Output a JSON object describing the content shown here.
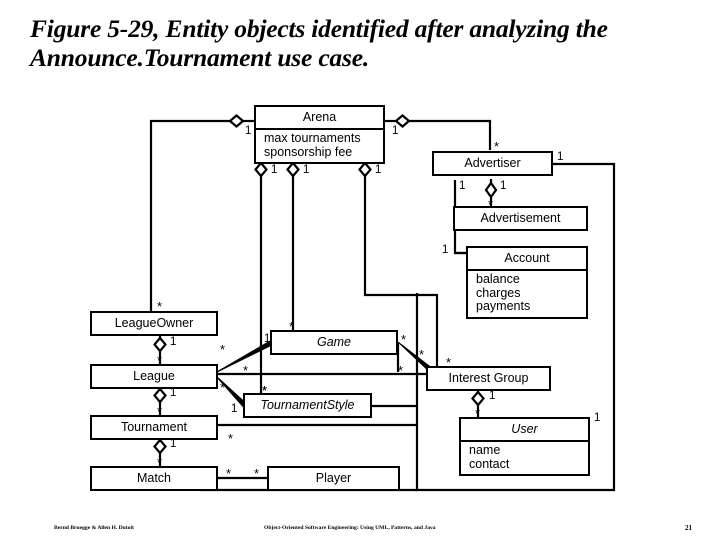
{
  "figure": {
    "title": "Figure 5-29, Entity objects identified after analyzing the Announce.Tournament use case."
  },
  "diagram": {
    "type": "uml-class-diagram",
    "classes": [
      {
        "id": "arena",
        "name": "Arena",
        "abstract": false,
        "attributes": [
          "max tournaments",
          "sponsorship fee"
        ]
      },
      {
        "id": "advertiser",
        "name": "Advertiser",
        "abstract": false,
        "attributes": []
      },
      {
        "id": "advertisement",
        "name": "Advertisement",
        "abstract": false,
        "attributes": []
      },
      {
        "id": "account",
        "name": "Account",
        "abstract": false,
        "attributes": [
          "balance",
          "charges",
          "payments"
        ]
      },
      {
        "id": "leagueowner",
        "name": "LeagueOwner",
        "abstract": false,
        "attributes": []
      },
      {
        "id": "league",
        "name": "League",
        "abstract": false,
        "attributes": []
      },
      {
        "id": "tournament",
        "name": "Tournament",
        "abstract": false,
        "attributes": []
      },
      {
        "id": "match",
        "name": "Match",
        "abstract": false,
        "attributes": []
      },
      {
        "id": "game",
        "name": "Game",
        "abstract": true,
        "attributes": []
      },
      {
        "id": "tournamentstyle",
        "name": "TournamentStyle",
        "abstract": true,
        "attributes": []
      },
      {
        "id": "interestgroup",
        "name": "Interest Group",
        "abstract": false,
        "attributes": []
      },
      {
        "id": "user",
        "name": "User",
        "abstract": true,
        "attributes": [
          "name",
          "contact"
        ]
      },
      {
        "id": "player",
        "name": "Player",
        "abstract": false,
        "attributes": []
      }
    ],
    "multiplicities": {
      "arena_left": "1",
      "arena_right": "1",
      "arena_bottom_1": "1",
      "arena_bottom_2": "1",
      "arena_bottom_3": "1",
      "advertiser_top": "*",
      "advertiser_right": "1",
      "advertiser_bottom_left": "1",
      "advertiser_bottom_mid": "1",
      "advertisement_top": "*",
      "account_left": "1",
      "leagueowner_top": "*",
      "leagueowner_bottom": "1",
      "league_top": "*",
      "league_bottom": "1",
      "league_right_a": "*",
      "league_right_b": "*",
      "league_right_c": "*",
      "league_right_d": "*",
      "tournament_top": "*",
      "tournament_bottom": "1",
      "tournament_right": "*",
      "match_top": "*",
      "match_right": "*",
      "player_left": "*",
      "game_top": "*",
      "game_left": "1",
      "game_right_a": "*",
      "game_right_b": "*",
      "game_right_c": "*",
      "tournamentstyle_top": "*",
      "tournamentstyle_left": "1",
      "interestgroup_top": "*",
      "interestgroup_bottom": "1",
      "user_top": "*",
      "user_right": "1"
    },
    "colors": {
      "stroke": "#000000",
      "fill": "#ffffff",
      "background": "#ffffff"
    }
  },
  "footer": {
    "authors": "Bernd Bruegge & Allen H. Dutoit",
    "book": "Object-Oriented Software Engineering: Using UML, Patterns, and Java",
    "page": "21"
  }
}
